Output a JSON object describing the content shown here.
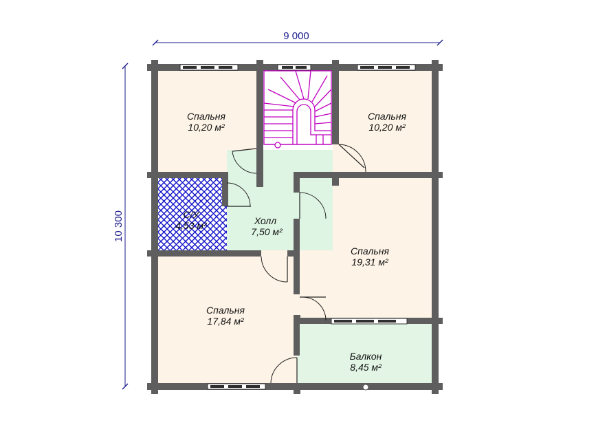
{
  "dimensions": {
    "width_label": "9 000",
    "height_label": "10 300"
  },
  "rooms": [
    {
      "id": "bedroom-top-left",
      "name": "Спальня",
      "area": "10,20 м²"
    },
    {
      "id": "bedroom-top-right",
      "name": "Спальня",
      "area": "10,20 м²"
    },
    {
      "id": "bathroom",
      "name": "С/У",
      "area": "4,53 м²"
    },
    {
      "id": "hall",
      "name": "Холл",
      "area": "7,50 м²"
    },
    {
      "id": "bedroom-mid-right",
      "name": "Спальня",
      "area": "19,31 м²"
    },
    {
      "id": "bedroom-bottom-left",
      "name": "Спальня",
      "area": "17,84 м²"
    },
    {
      "id": "balcony",
      "name": "Балкон",
      "area": "8,45 м²"
    }
  ],
  "colors": {
    "dimension": "#1a1a8c",
    "wall": "#5e5e5e",
    "room_fill": "#fdf3e6",
    "hall_fill": "#dff5e3",
    "balcony_fill": "#e3f6e6",
    "stair": "#c000c0",
    "bathroom_tile": "#1010c8"
  }
}
